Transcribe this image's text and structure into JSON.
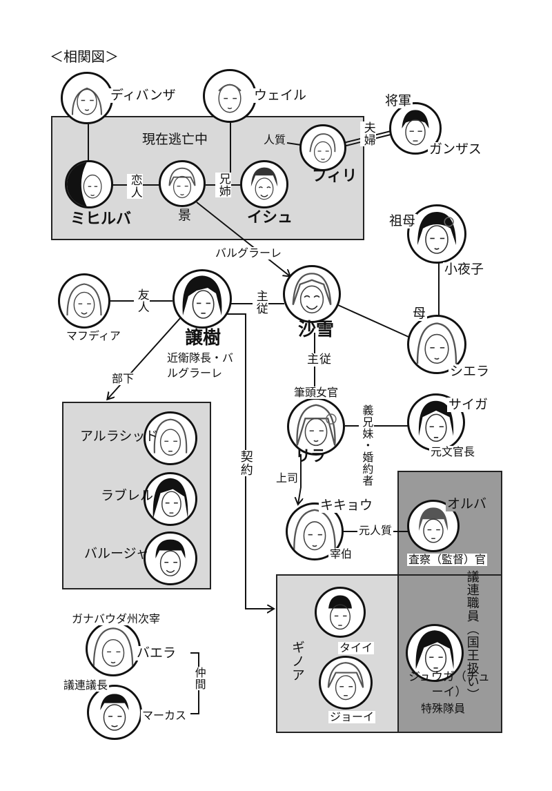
{
  "title": "＜相関図＞",
  "groups": {
    "fugitives": "現在逃亡中",
    "ginoa": "ギノア",
    "council": "議連職員（国王扱い）"
  },
  "characters": {
    "dibanza": "ディバンザ",
    "weil": "ウェイル",
    "shogun_role": "将軍",
    "ganzas": "ガンザス",
    "firi": "フィリ",
    "mihiruba": "ミヒルバ",
    "kei": "景",
    "ishu": "イシュ",
    "sobo": "祖母",
    "sayoko": "小夜子",
    "mafudia": "マフディア",
    "jouju": "譲樹",
    "jouju_role": "近衛隊長・バルグラーレ",
    "sasetsu": "沙雪",
    "haha": "母",
    "shiera": "シエラ",
    "hittou_role": "筆頭女官",
    "rira": "リラ",
    "saiga": "サイガ",
    "saiga_role": "元文官長",
    "arurashiddo": "アルラシッド",
    "raburero": "ラブレル",
    "baruja": "バルージャ",
    "kikyou": "キキョウ",
    "kikyou_role": "宰伯",
    "oruba": "オルバ",
    "oruba_role": "査察（監督）官",
    "tai": "タイイ",
    "joi": "ジョーイ",
    "jyuga": "ジュウガ（チューイ）",
    "jyuga_role": "特殊隊員",
    "baera_role": "ガナバウダ州次宰",
    "baera": "バエラ",
    "marcus_role": "議連議長",
    "marcus": "マーカス"
  },
  "relations": {
    "koibito": "恋人",
    "kyoudai": "兄姉",
    "hitojichi": "人質",
    "fuufu": "夫婦",
    "barugurare": "バルグラーレ",
    "yuujin": "友人",
    "shuju1": "主従",
    "shuju2": "主従",
    "buka": "部下",
    "keiyaku": "契約",
    "gikyoudai": "義兄妹・婚約者",
    "joushi": "上司",
    "moto_hitojichi": "元人質",
    "nakama": "仲間"
  }
}
